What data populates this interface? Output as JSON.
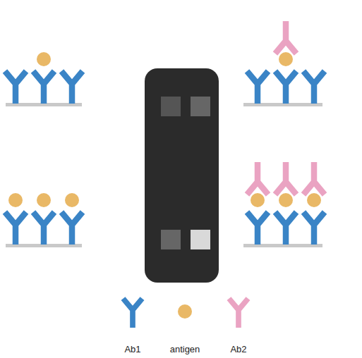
{
  "diagram": {
    "legend": [
      {
        "text": "Ab1"
      },
      {
        "text": "antigen"
      },
      {
        "text": "Ab2"
      }
    ]
  }
}
